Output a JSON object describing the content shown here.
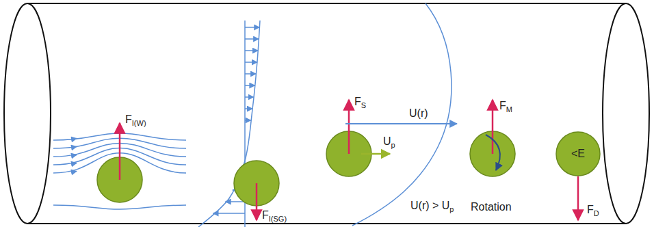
{
  "diagram": {
    "nodes": [
      {
        "text": [
          "<E"
        ]
      }
    ],
    "edges": [],
    "labels": [
      "FI(W)",
      "FI(SG)",
      "FS",
      "U(r)",
      "Up",
      "U(r) > Up",
      "FM",
      "Rotation",
      "FD"
    ]
  }
}
